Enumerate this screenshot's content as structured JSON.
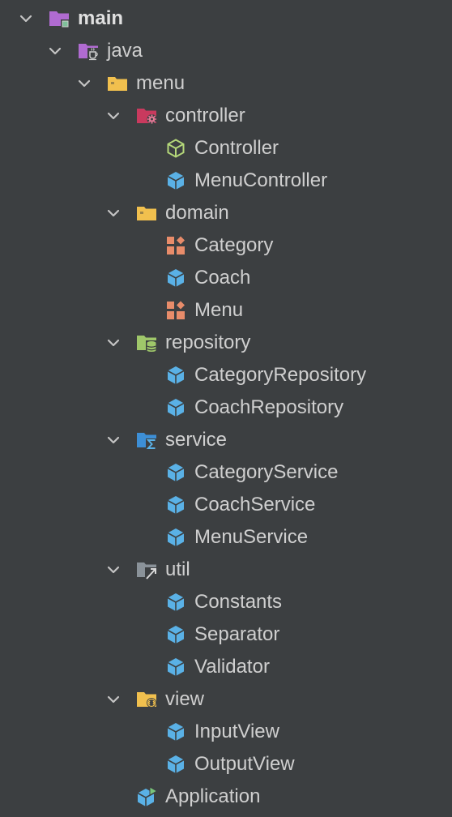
{
  "tree": {
    "main": "main",
    "java": "java",
    "menu": "menu",
    "controller": {
      "folder": "controller",
      "items": [
        "Controller",
        "MenuController"
      ]
    },
    "domain": {
      "folder": "domain",
      "items": [
        "Category",
        "Coach",
        "Menu"
      ]
    },
    "repository": {
      "folder": "repository",
      "items": [
        "CategoryRepository",
        "CoachRepository"
      ]
    },
    "service": {
      "folder": "service",
      "items": [
        "CategoryService",
        "CoachService",
        "MenuService"
      ]
    },
    "util": {
      "folder": "util",
      "items": [
        "Constants",
        "Separator",
        "Validator"
      ]
    },
    "view": {
      "folder": "view",
      "items": [
        "InputView",
        "OutputView"
      ]
    },
    "application": "Application"
  },
  "colors": {
    "background": "#3c3f41",
    "class_icon": "#5ab1e6",
    "interface_icon": "#b5d87a",
    "enum_icon": "#e88c6a",
    "module_folder": "#b06bd1",
    "package_folder": "#f1c04e",
    "controller_folder": "#c93a5e",
    "repository_folder": "#9fc76a",
    "service_folder": "#3d8fd6",
    "util_folder": "#8a9299"
  }
}
